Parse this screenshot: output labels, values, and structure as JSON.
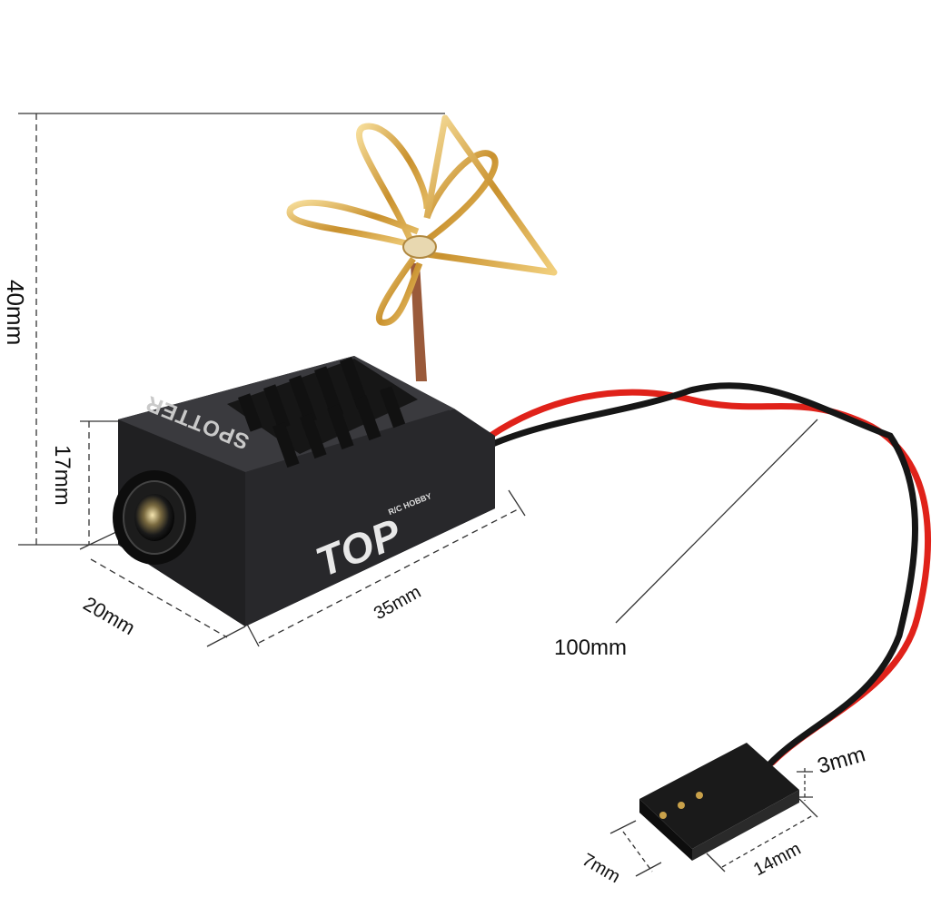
{
  "dimensions": {
    "height_total": "40mm",
    "height_body": "17mm",
    "width": "20mm",
    "length": "35mm",
    "cable_length": "100mm",
    "connector_height": "3mm",
    "connector_width": "7mm",
    "connector_length": "14mm"
  },
  "product": {
    "logo_text": "TOP",
    "logo_subtext": "R/C HOBBY",
    "side_text": "SPOTTER"
  },
  "colors": {
    "background": "#ffffff",
    "body": "#2a2a2d",
    "antenna": "#d9a94b",
    "wire_red": "#e0221a",
    "wire_black": "#161616"
  }
}
